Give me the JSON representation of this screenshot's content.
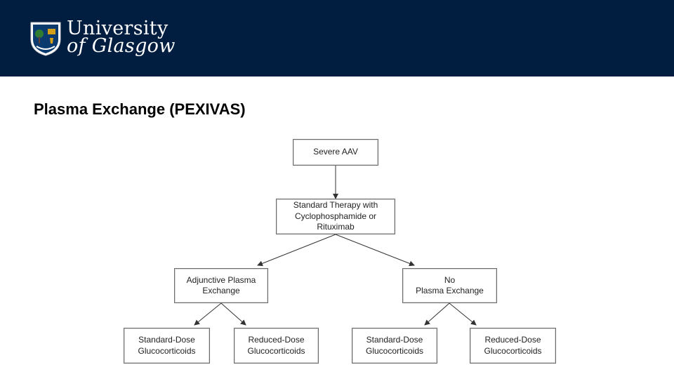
{
  "header": {
    "logo_line1": "University",
    "logo_line2": "of Glasgow",
    "colors": {
      "navy": "#011e41",
      "crest_green": "#2e7d32",
      "crest_gold": "#d4a017"
    }
  },
  "slide": {
    "title": "Plasma Exchange (PEXIVAS)"
  },
  "diagram": {
    "root": "Severe AAV",
    "therapy": "Standard Therapy with\nCyclophosphamide or\nRituximab",
    "branch_left": "Adjunctive Plasma\nExchange",
    "branch_right": "No\nPlasma Exchange",
    "left_standard": "Standard-Dose\nGlucocorticoids",
    "left_reduced": "Reduced-Dose\nGlucocorticoids",
    "right_standard": "Standard-Dose\nGlucocorticoids",
    "right_reduced": "Reduced-Dose\nGlucocorticoids"
  }
}
